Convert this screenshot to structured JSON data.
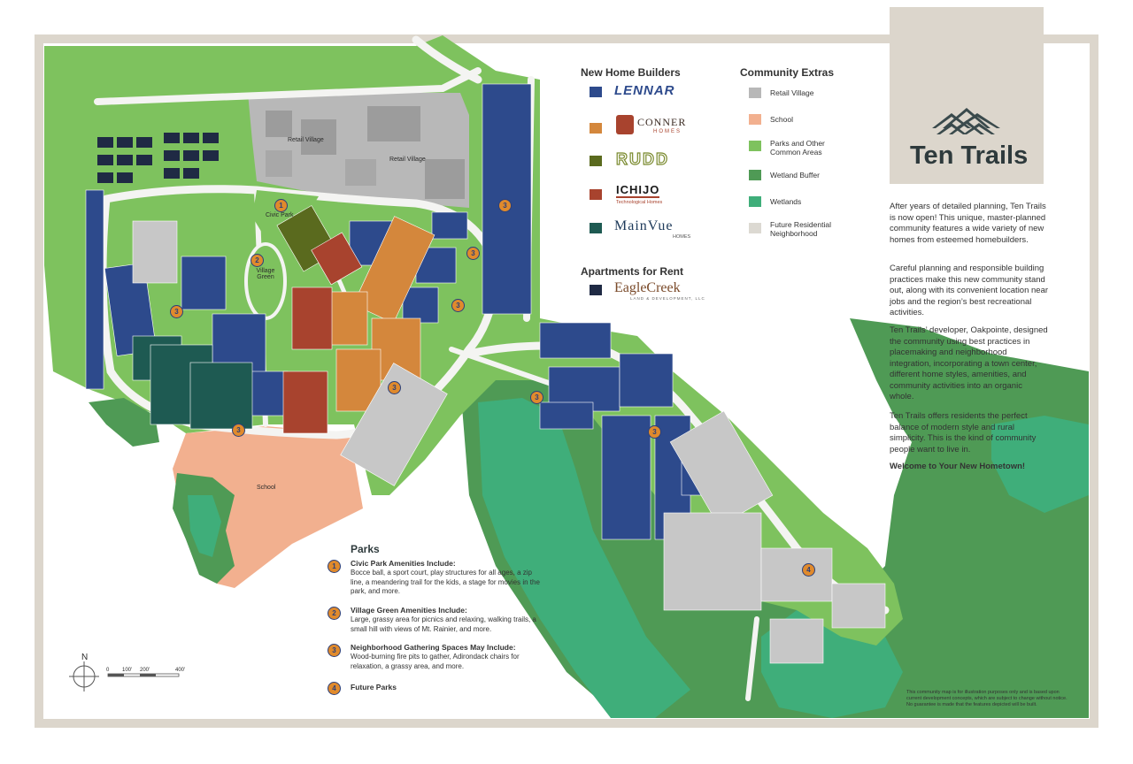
{
  "brand": {
    "name": "Ten Trails"
  },
  "builders": {
    "heading": "New Home Builders",
    "items": [
      {
        "name": "LENNAR",
        "color": "#2d4a8c"
      },
      {
        "name": "CONNER",
        "sub": "HOMES",
        "color": "#d4873c"
      },
      {
        "name": "RUDD",
        "color": "#5a6a1e"
      },
      {
        "name": "ICHIJO",
        "sub": "Technological Homes",
        "color": "#a8432e"
      },
      {
        "name": "MainVue",
        "sub": "HOMES",
        "color": "#1e5a52"
      }
    ]
  },
  "apartments": {
    "heading": "Apartments for Rent",
    "name": "EagleCreek",
    "sub": "LAND & DEVELOPMENT, LLC",
    "color": "#1f2a44"
  },
  "extras": {
    "heading": "Community Extras",
    "items": [
      {
        "label": "Retail Village",
        "color": "#b8b8b8"
      },
      {
        "label": "School",
        "color": "#f2b08f"
      },
      {
        "label": "Parks and Other Common Areas",
        "color": "#7ec25e"
      },
      {
        "label": "Wetland Buffer",
        "color": "#4f9a55"
      },
      {
        "label": "Wetlands",
        "color": "#3fae7a"
      },
      {
        "label": "Future Residential Neighborhood",
        "color": "#dcd9d2"
      }
    ]
  },
  "intro": {
    "p1": "After years of detailed planning, Ten Trails is now open! This unique, master-planned community features a wide variety of new homes from esteemed homebuilders.",
    "p2": "Careful planning and responsible building practices make this new community stand out, along with its convenient location near jobs and the region’s best recreational activities.",
    "p3": "Ten Trails’ developer, Oakpointe, designed the community using best practices in placemaking and neighborhood integration, incorporating a town center, different home styles, amenities, and community activities into an organic whole.",
    "p4": "Ten Trails offers residents the perfect balance of modern style and rural simplicity. This is the kind of community people want to live in.",
    "welcome": "Welcome to Your New Hometown!"
  },
  "parks": {
    "heading": "Parks",
    "items": [
      {
        "num": "1",
        "title": "Civic Park Amenities Include:",
        "body": "Bocce ball, a sport court, play structures for all ages, a zip line, a meandering trail for the kids, a stage for movies in the park, and more."
      },
      {
        "num": "2",
        "title": "Village Green Amenities Include:",
        "body": "Large, grassy area for picnics and relaxing, walking trails, a small hill with views of Mt. Rainier, and more."
      },
      {
        "num": "3",
        "title": "Neighborhood Gathering Spaces May Include:",
        "body": "Wood-burning fire pits to gather, Adirondack chairs for relaxation, a grassy area, and more."
      },
      {
        "num": "4",
        "title": "Future Parks",
        "body": ""
      }
    ]
  },
  "map_labels": {
    "retail_village_1": "Retail Village",
    "retail_village_2": "Retail Village",
    "civic_park": "Civic Park",
    "village_green": "Village Green",
    "school": "School",
    "north": "N",
    "scale": [
      "0",
      "100'",
      "200'",
      "400'"
    ]
  },
  "disclaimer": "This community map is for illustration purposes only and is based upon current development concepts, which are subject to change without notice. No guarantee is made that the features depicted will be built."
}
